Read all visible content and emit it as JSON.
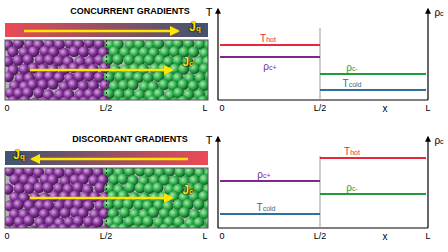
{
  "diagram": {
    "nodes": [
      {
        "text": [
          "Jq"
        ]
      },
      {
        "text": [
          "Jc"
        ]
      },
      {
        "text": [
          "Jq"
        ]
      },
      {
        "text": [
          "Jc"
        ]
      }
    ],
    "labels": [
      "CONCURRENT GRADIENTS",
      "0",
      "L/2",
      "L",
      "T",
      "ρc",
      "Thot",
      "ρc+",
      "ρc-",
      "Tcold",
      "0",
      "L/2",
      "x",
      "L",
      "DISCORDANT GRADIENTS",
      "0",
      "L/2",
      "L",
      "T",
      "ρc",
      "ρc+",
      "Tcold",
      "Thot",
      "ρc-",
      "0",
      "L/2",
      "x",
      "L"
    ]
  }
}
